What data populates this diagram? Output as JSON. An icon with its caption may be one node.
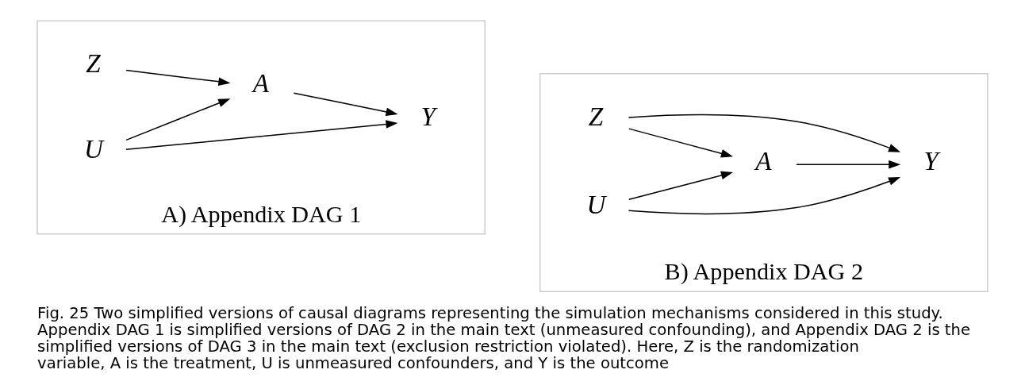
{
  "diagram": {
    "caption": "Fig. 25 Two simplified versions of causal diagrams representing the simulation mechanisms considered in this study. Appendix DAG 1 is simplified versions of DAG 2 in the main text (unmeasured confounding), and Appendix DAG 2 is the simplified versions of DAG 3 in the main text (exclusion restriction violated). Here, Z is the randomization variable, A is the treatment, U is unmeasured confounders, and Y is the outcome",
    "nodes": [
      {
        "text": [
          "A) Appendix DAG 1"
        ]
      },
      {
        "text": [
          "Z"
        ],
        "in": 0
      },
      {
        "text": [
          "A"
        ],
        "in": 0
      },
      {
        "text": [
          "Y"
        ],
        "in": 0
      },
      {
        "text": [
          "U"
        ],
        "in": 0
      },
      {
        "text": [
          "B) Appendix DAG 2"
        ]
      },
      {
        "text": [
          "Z"
        ],
        "in": 5
      },
      {
        "text": [
          "A"
        ],
        "in": 5
      },
      {
        "text": [
          "Y"
        ],
        "in": 5
      },
      {
        "text": [
          "U"
        ],
        "in": 5
      }
    ],
    "edges": [
      {
        "from": 1,
        "to": 2,
        "arrow": "to"
      },
      {
        "from": 2,
        "to": 3,
        "arrow": "to"
      },
      {
        "from": 4,
        "to": 2,
        "arrow": "to"
      },
      {
        "from": 4,
        "to": 3,
        "arrow": "to"
      },
      {
        "from": 6,
        "to": 8,
        "arrow": "to"
      },
      {
        "from": 6,
        "to": 7,
        "arrow": "to"
      },
      {
        "from": 7,
        "to": 8,
        "arrow": "to"
      },
      {
        "from": 9,
        "to": 7,
        "arrow": "to"
      },
      {
        "from": 9,
        "to": 8,
        "arrow": "to"
      }
    ]
  }
}
